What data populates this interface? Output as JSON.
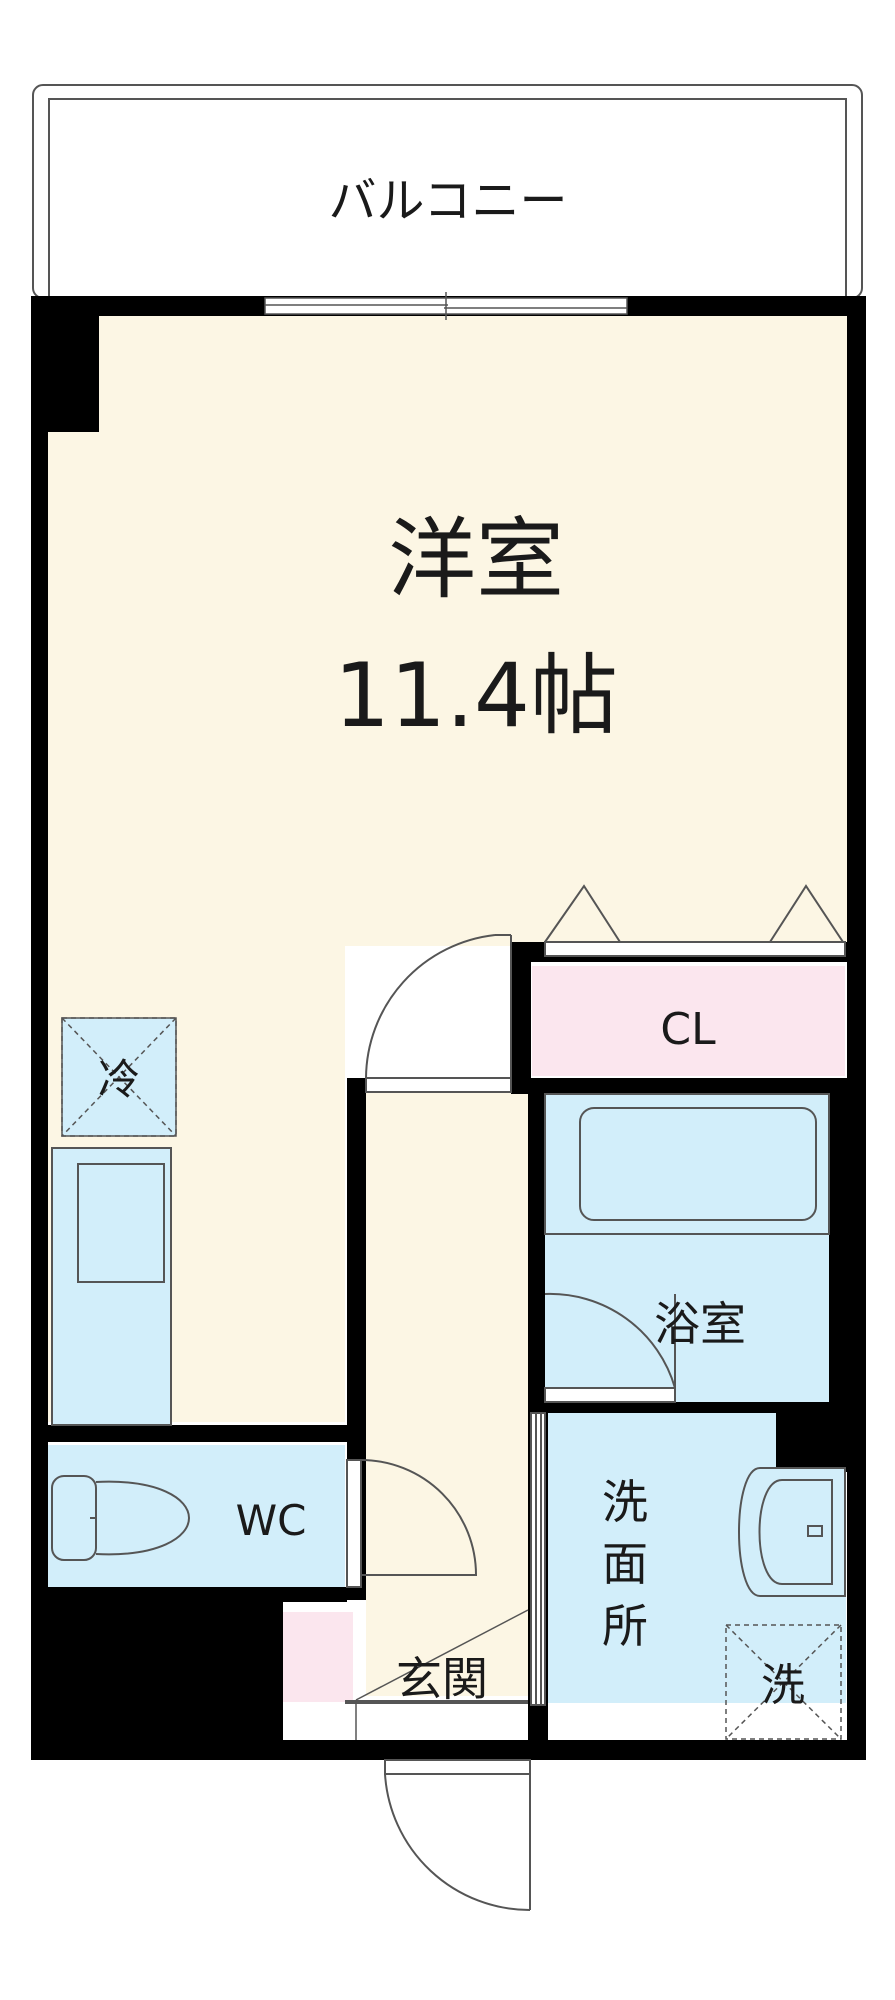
{
  "rooms": {
    "balcony": "バルコニー",
    "western_room": "洋室",
    "western_room_size": "11.4帖",
    "closet": "CL",
    "fridge": "冷",
    "bathroom": "浴室",
    "toilet": "WC",
    "washroom": [
      "洗",
      "面",
      "所"
    ],
    "entrance": "玄関",
    "washer": "洗"
  },
  "colors": {
    "living_floor": "#fcf6e4",
    "wet_area": "#d2eefa",
    "closet": "#fbe6ee",
    "wall": "#000000",
    "outline": "#555555"
  }
}
